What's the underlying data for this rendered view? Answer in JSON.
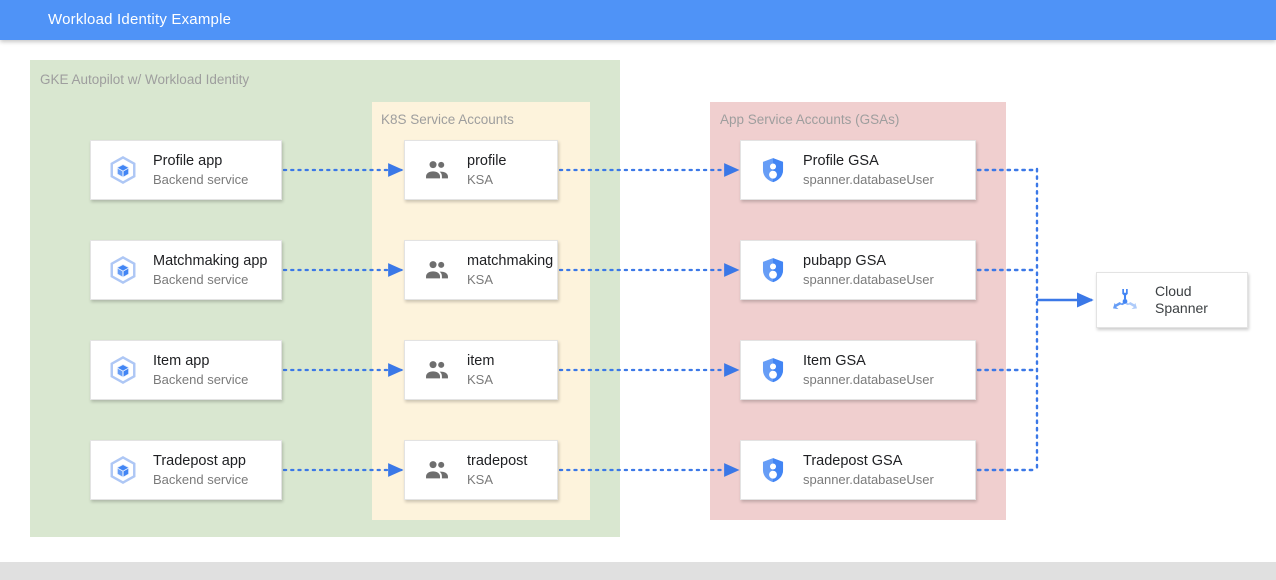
{
  "window": {
    "title": "Workload Identity Example",
    "title_bar_color": "#4f93f7"
  },
  "colors": {
    "gke_group": "#d9e7d0",
    "ksa_group": "#fdf3dc",
    "gsa_group": "#f0cfcf",
    "connector_blue": "#3b78e7",
    "card_background": "#ffffff",
    "footer_strip": "#e0e0e0"
  },
  "groups": {
    "gke": {
      "label": "GKE Autopilot w/ Workload Identity"
    },
    "ksa": {
      "label": "K8S Service Accounts"
    },
    "gsa": {
      "label": "App Service Accounts (GSAs)"
    }
  },
  "apps": [
    {
      "title": "Profile app",
      "subtitle": "Backend service",
      "icon": "gke-workload-icon"
    },
    {
      "title": "Matchmaking app",
      "subtitle": "Backend service",
      "icon": "gke-workload-icon"
    },
    {
      "title": "Item app",
      "subtitle": "Backend service",
      "icon": "gke-workload-icon"
    },
    {
      "title": "Tradepost app",
      "subtitle": "Backend service",
      "icon": "gke-workload-icon"
    }
  ],
  "ksas": [
    {
      "title": "profile",
      "subtitle": "KSA",
      "icon": "people-group-icon"
    },
    {
      "title": "matchmaking",
      "subtitle": "KSA",
      "icon": "people-group-icon"
    },
    {
      "title": "item",
      "subtitle": "KSA",
      "icon": "people-group-icon"
    },
    {
      "title": "tradepost",
      "subtitle": "KSA",
      "icon": "people-group-icon"
    }
  ],
  "gsas": [
    {
      "title": "Profile GSA",
      "subtitle": "spanner.databaseUser",
      "icon": "shield-person-icon"
    },
    {
      "title": "pubapp GSA",
      "subtitle": "spanner.databaseUser",
      "icon": "shield-person-icon"
    },
    {
      "title": "Item GSA",
      "subtitle": "spanner.databaseUser",
      "icon": "shield-person-icon"
    },
    {
      "title": "Tradepost GSA",
      "subtitle": "spanner.databaseUser",
      "icon": "shield-person-icon"
    }
  ],
  "datastore": {
    "title_line1": "Cloud",
    "title_line2": "Spanner",
    "icon": "cloud-spanner-icon"
  }
}
